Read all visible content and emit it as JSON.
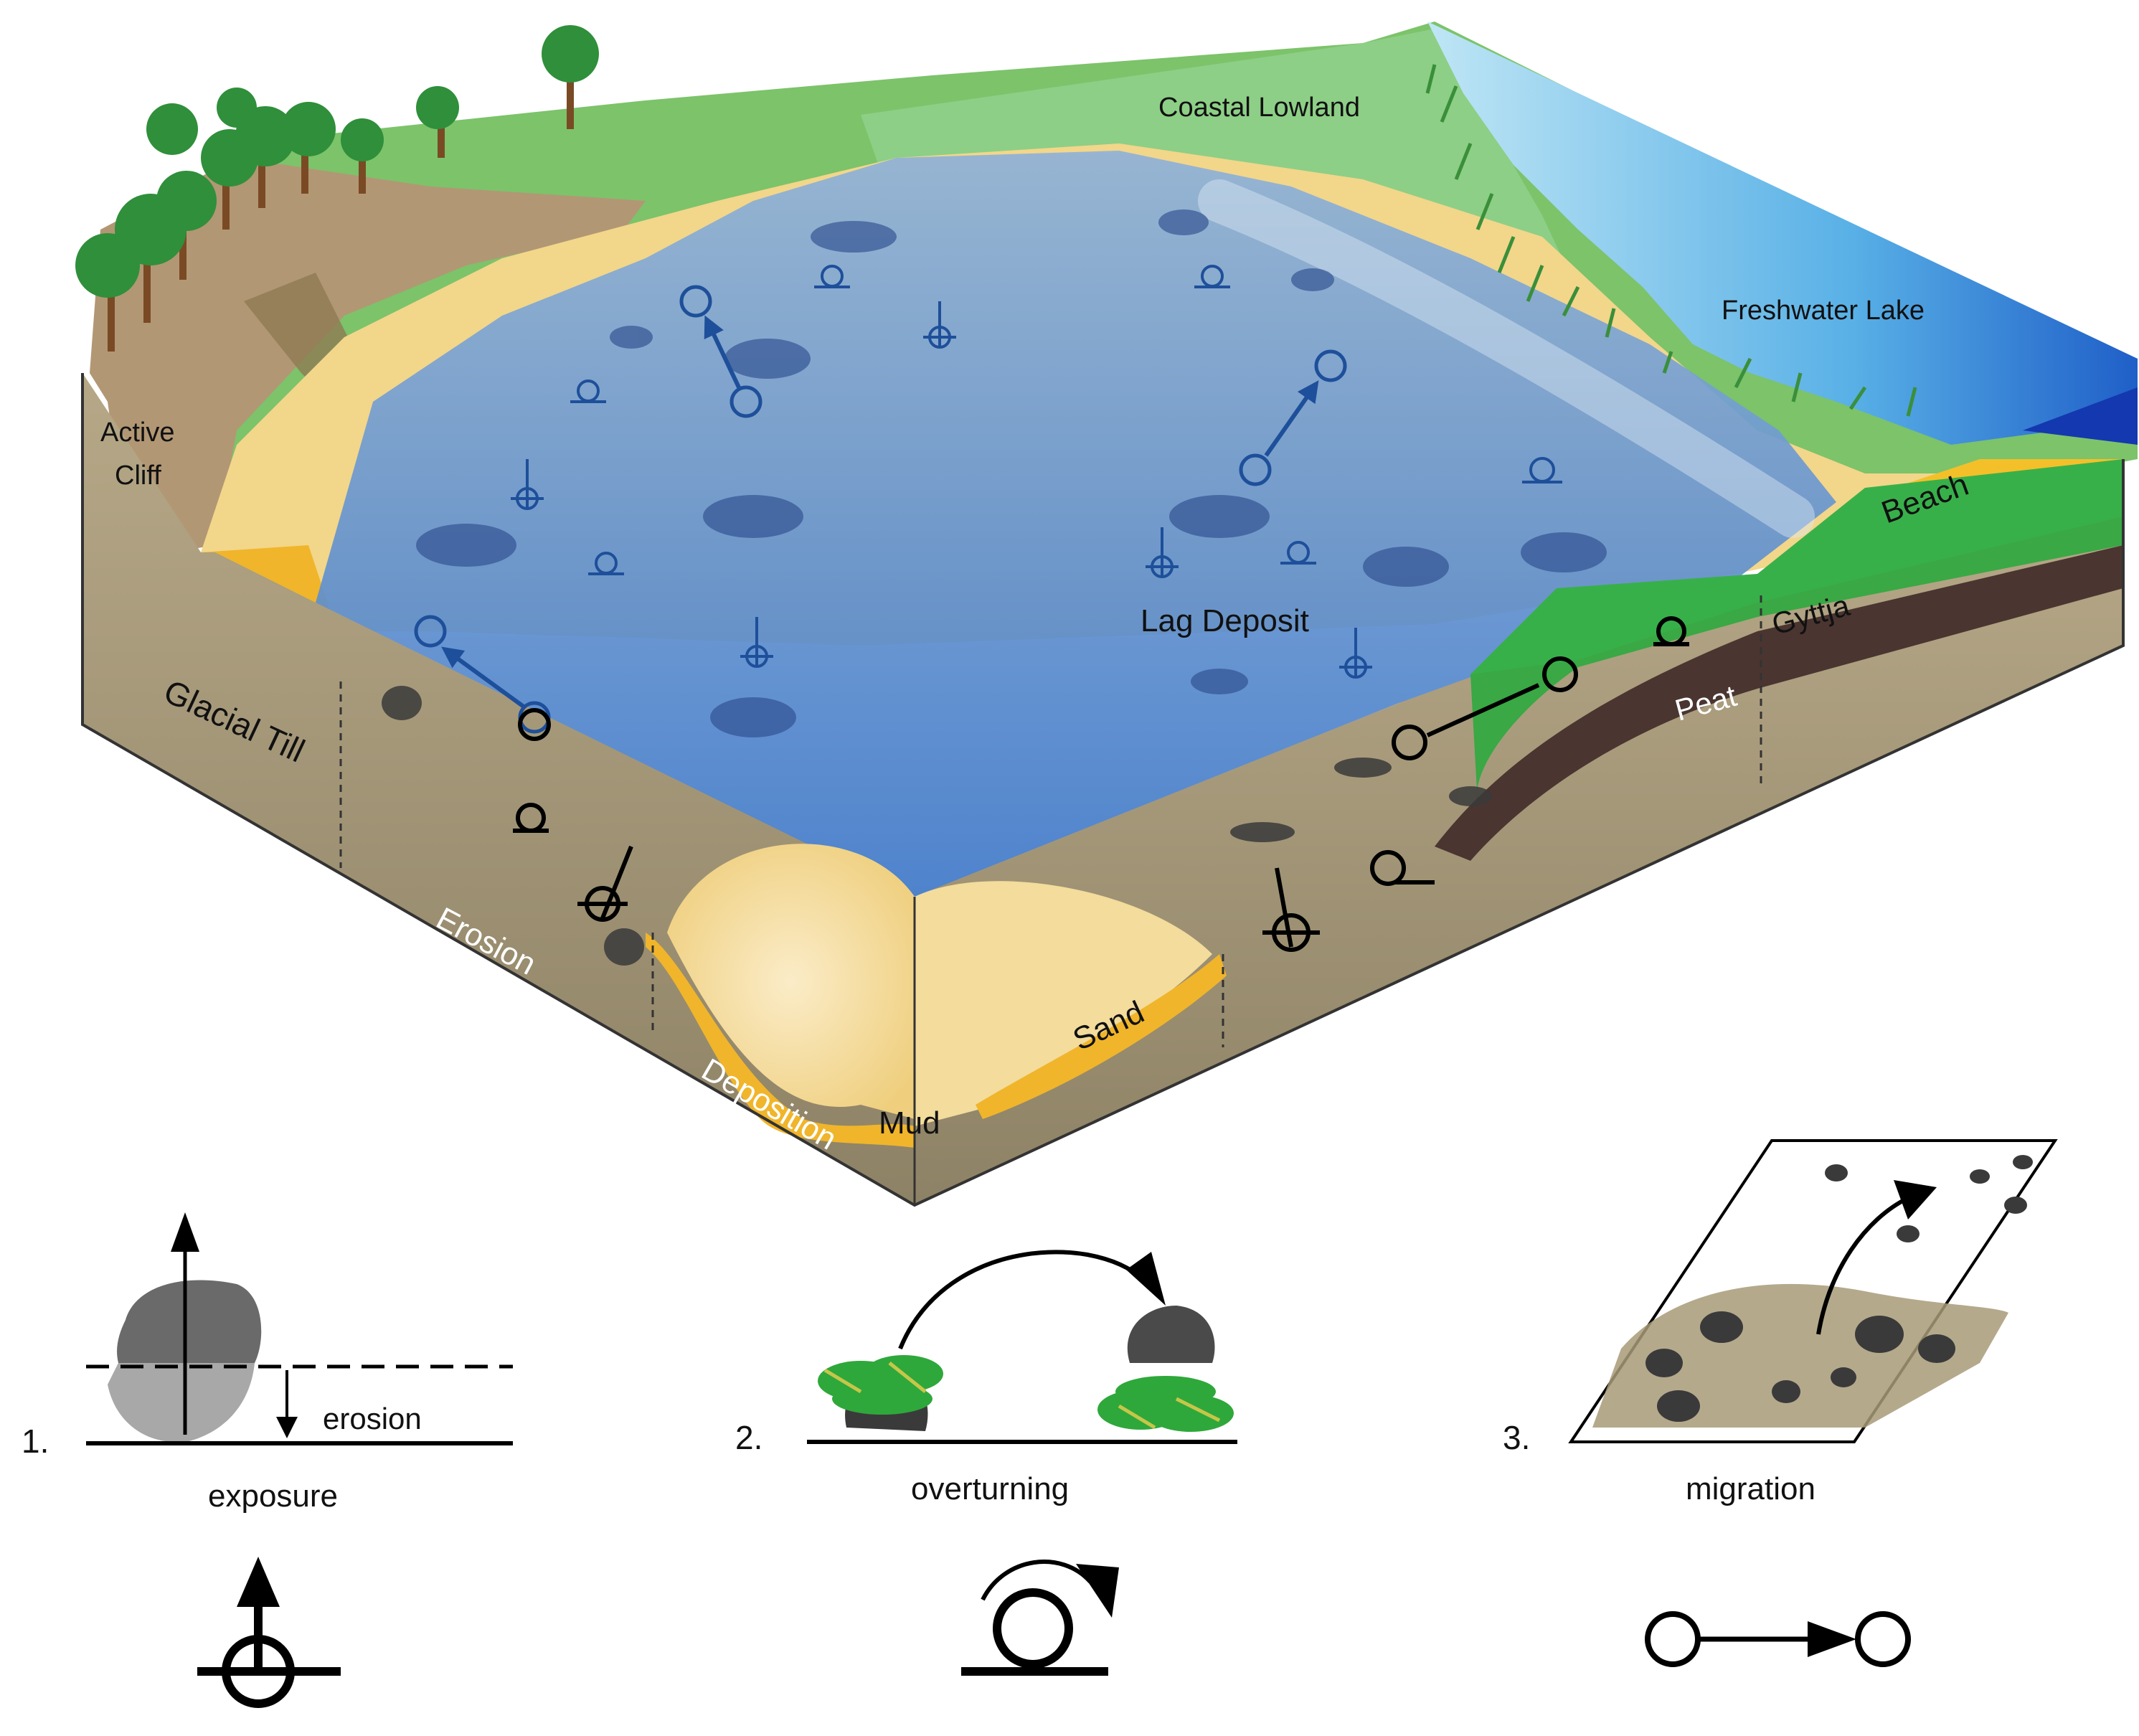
{
  "labels": {
    "coastal_lowland": "Coastal Lowland",
    "freshwater_lake": "Freshwater Lake",
    "active_cliff_1": "Active",
    "active_cliff_2": "Cliff",
    "beach": "Beach",
    "gyttja": "Gyttja",
    "peat": "Peat",
    "lag_deposit": "Lag Deposit",
    "glacial_till": "Glacial Till",
    "erosion": "Erosion",
    "deposition": "Deposition",
    "mud": "Mud",
    "sand": "Sand"
  },
  "legend": {
    "item1": {
      "number": "1.",
      "caption": "exposure",
      "sub": "erosion"
    },
    "item2": {
      "number": "2.",
      "caption": "overturning"
    },
    "item3": {
      "number": "3.",
      "caption": "migration"
    }
  },
  "colors": {
    "water": "#4a7fc4",
    "sand": "#f2d68a",
    "till": "#a89a78",
    "green": "#2e9e3a",
    "peat": "#4a3530",
    "grass": "#7cc36a"
  }
}
